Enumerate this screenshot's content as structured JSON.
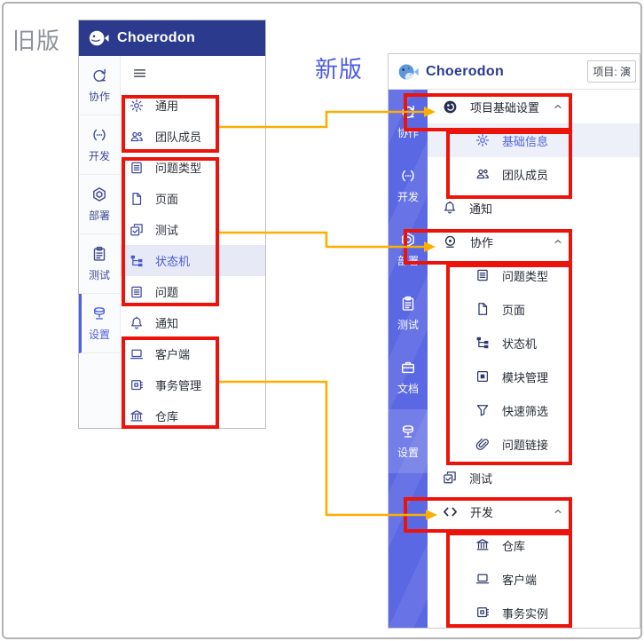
{
  "labels": {
    "old_version": "旧版",
    "new_version": "新版"
  },
  "old_app": {
    "title": "Choerodon",
    "sidebar": [
      {
        "key": "collaboration",
        "icon": "sprint",
        "label": "协作",
        "selected": false
      },
      {
        "key": "develop",
        "icon": "codeparen",
        "label": "开发",
        "selected": false
      },
      {
        "key": "deploy",
        "icon": "hexagon",
        "label": "部署",
        "selected": false
      },
      {
        "key": "test",
        "icon": "clipboard",
        "label": "测试",
        "selected": false
      },
      {
        "key": "settings",
        "icon": "database",
        "label": "设置",
        "selected": true
      }
    ],
    "menu": [
      {
        "key": "general",
        "icon": "gear",
        "label": "通用",
        "selected": false
      },
      {
        "key": "team-members",
        "icon": "people",
        "label": "团队成员",
        "selected": false
      },
      {
        "key": "issue-type",
        "icon": "list",
        "label": "问题类型",
        "selected": false
      },
      {
        "key": "page",
        "icon": "page",
        "label": "页面",
        "selected": false
      },
      {
        "key": "test",
        "icon": "testcheck",
        "label": "测试",
        "selected": false
      },
      {
        "key": "state-machine",
        "icon": "statemachine",
        "label": "状态机",
        "selected": true
      },
      {
        "key": "issue",
        "icon": "list",
        "label": "问题",
        "selected": false
      },
      {
        "key": "notification",
        "icon": "bell",
        "label": "通知",
        "selected": false
      },
      {
        "key": "client",
        "icon": "laptop",
        "label": "客户端",
        "selected": false
      },
      {
        "key": "transaction-management",
        "icon": "cpu",
        "label": "事务管理",
        "selected": false
      },
      {
        "key": "repository",
        "icon": "bank",
        "label": "仓库",
        "selected": false
      }
    ]
  },
  "new_app": {
    "title": "Choerodon",
    "project_button": "项目: 演",
    "sidebar": [
      {
        "key": "collaboration",
        "icon": "sprint",
        "label": "协作",
        "selected": false
      },
      {
        "key": "develop",
        "icon": "codeparen",
        "label": "开发",
        "selected": false
      },
      {
        "key": "deploy",
        "icon": "hexagon",
        "label": "部署",
        "selected": false
      },
      {
        "key": "test",
        "icon": "clipboard",
        "label": "测试",
        "selected": false
      },
      {
        "key": "docs",
        "icon": "briefcase",
        "label": "文档",
        "selected": false
      },
      {
        "key": "settings",
        "icon": "database",
        "label": "设置",
        "selected": true
      }
    ],
    "menu": [
      {
        "key": "project-basic-settings",
        "icon": "project",
        "label": "项目基础设置",
        "type": "group",
        "expanded": true,
        "selected": false
      },
      {
        "key": "basic-info",
        "icon": "gear",
        "label": "基础信息",
        "type": "sub",
        "selected": true
      },
      {
        "key": "team-members",
        "icon": "people",
        "label": "团队成员",
        "type": "sub",
        "selected": false
      },
      {
        "key": "notification",
        "icon": "bell",
        "label": "通知",
        "type": "item",
        "selected": false
      },
      {
        "key": "collaboration",
        "icon": "collab",
        "label": "协作",
        "type": "group",
        "expanded": true,
        "selected": false
      },
      {
        "key": "issue-type",
        "icon": "list",
        "label": "问题类型",
        "type": "sub",
        "selected": false
      },
      {
        "key": "page",
        "icon": "page",
        "label": "页面",
        "type": "sub",
        "selected": false
      },
      {
        "key": "state-machine",
        "icon": "statemachine",
        "label": "状态机",
        "type": "sub",
        "selected": false
      },
      {
        "key": "module-management",
        "icon": "module",
        "label": "模块管理",
        "type": "sub",
        "selected": false
      },
      {
        "key": "quick-filter",
        "icon": "funnel",
        "label": "快速筛选",
        "type": "sub",
        "selected": false
      },
      {
        "key": "issue-link",
        "icon": "link",
        "label": "问题链接",
        "type": "sub",
        "selected": false
      },
      {
        "key": "test",
        "icon": "testcheck",
        "label": "测试",
        "type": "item",
        "selected": false
      },
      {
        "key": "develop",
        "icon": "codeangle",
        "label": "开发",
        "type": "group",
        "expanded": true,
        "selected": false
      },
      {
        "key": "repository",
        "icon": "bank",
        "label": "仓库",
        "type": "sub",
        "selected": false
      },
      {
        "key": "client",
        "icon": "laptop",
        "label": "客户端",
        "type": "sub",
        "selected": false
      },
      {
        "key": "transaction-instance",
        "icon": "cpu",
        "label": "事务实例",
        "type": "sub",
        "selected": false
      }
    ]
  },
  "colors": {
    "brand_navy": "#2c3a8e",
    "rail_blue": "#5b68e4",
    "accent_blue": "#4c60e6",
    "selected_row_bg": "#e7eaf6",
    "highlight_red": "#ec130b",
    "arrow_orange": "#fcae03",
    "old_label_gray": "#8d939c",
    "new_label_blue": "#4a5ce0"
  }
}
